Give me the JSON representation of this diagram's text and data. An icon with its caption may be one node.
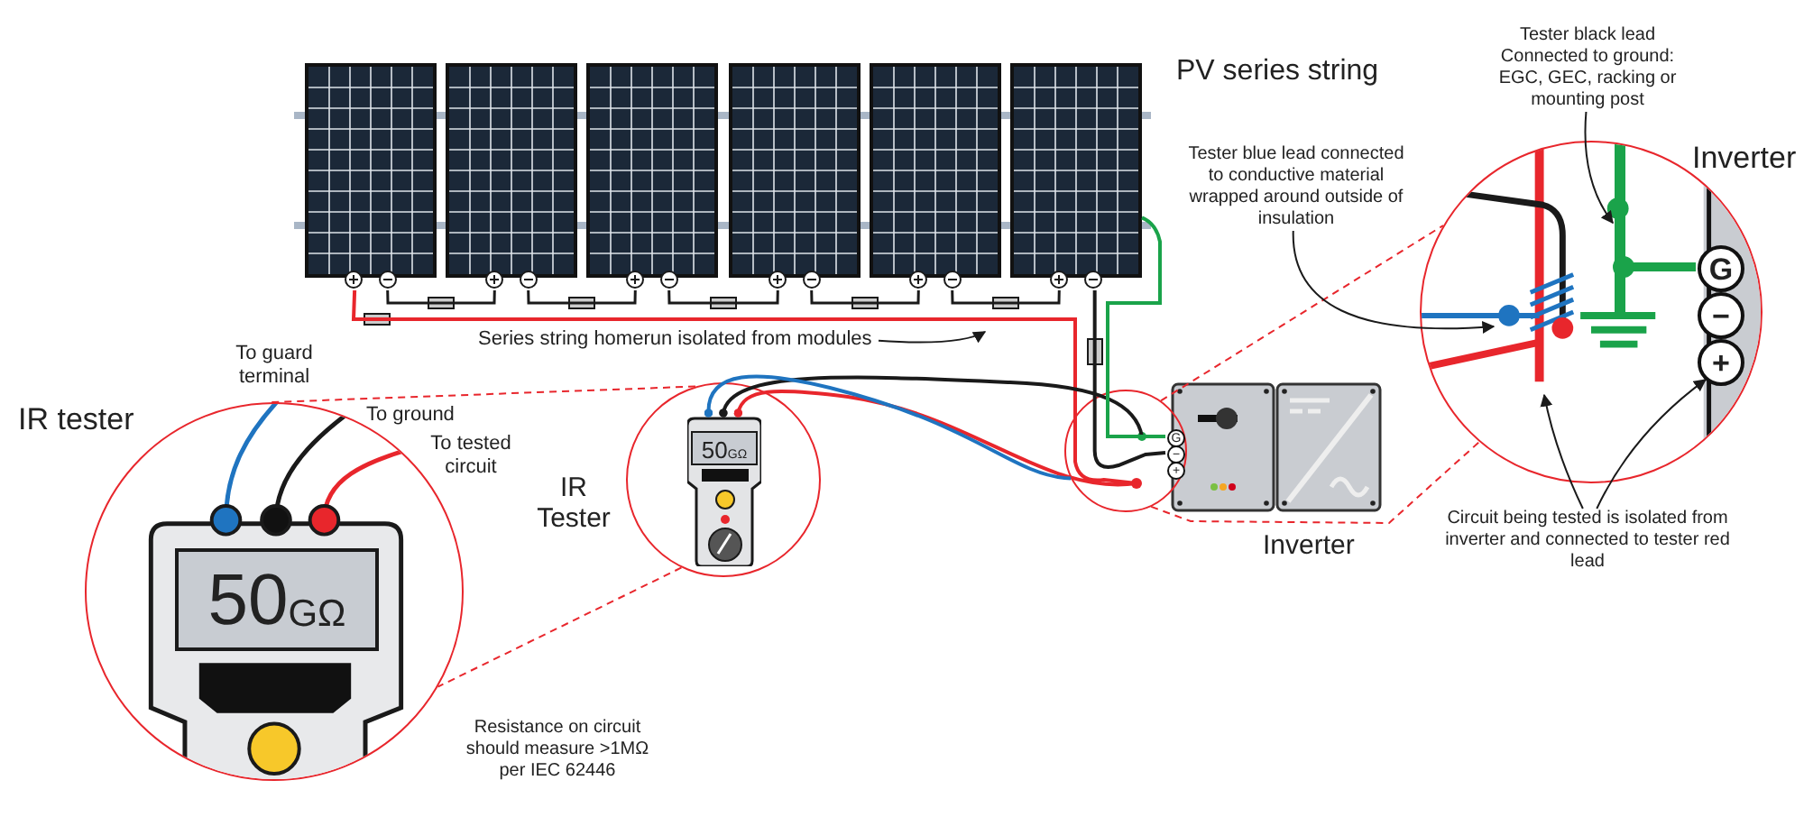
{
  "diagram": {
    "nodes": [
      {
        "text": [
          "IR tester"
        ]
      },
      {
        "text": [
          "50",
          "GΩ"
        ],
        "in": 0
      },
      {
        "text": [],
        "shape": "circle"
      },
      {
        "text": [
          "50",
          "GΩ"
        ],
        "in": 23
      },
      {
        "text": [],
        "shape": "circle"
      },
      {
        "text": [
          "G"
        ],
        "in": 4
      },
      {
        "text": [
          "−"
        ],
        "in": 4
      },
      {
        "text": [
          "+"
        ],
        "in": 4
      },
      {
        "text": [
          "Inverter"
        ]
      },
      {
        "text": [
          "G"
        ],
        "in": 8
      },
      {
        "text": [
          "−"
        ],
        "in": 8
      },
      {
        "text": [
          "+"
        ],
        "in": 8
      },
      {
        "text": [
          "Series string homerun isolated from modules"
        ]
      },
      {
        "text": [
          "Tester blue lead connected to conductive material wrapped around outside of insulation"
        ]
      },
      {
        "text": [
          "Tester black lead Connected to ground: EGC, GEC, racking or mounting post"
        ]
      },
      {
        "text": [
          "Circuit being tested is isolated from inverter and connected to tester red lead"
        ]
      },
      {
        "text": [],
        "shape": "bar",
        "in": 8
      },
      {
        "text": [],
        "shape": "box"
      },
      {
        "text": [],
        "shape": "box"
      },
      {
        "text": [],
        "shape": "box"
      },
      {
        "text": [],
        "shape": "box"
      },
      {
        "text": [],
        "shape": "box"
      },
      {
        "text": [],
        "shape": "box"
      },
      {
        "text": [],
        "shape": "picture",
        "in": 2
      }
    ],
    "edges": [
      {
        "from": 2,
        "to": 0,
        "arrow": "none",
        "style": "dashed",
        "color": "#e8262c"
      },
      {
        "from": 2,
        "to": 0,
        "arrow": "none",
        "style": "dashed",
        "color": "#e8262c"
      },
      {
        "from": 4,
        "to": 8,
        "arrow": "none",
        "style": "dashed",
        "color": "#e8262c"
      },
      {
        "from": 4,
        "to": 8,
        "arrow": "none",
        "style": "dashed",
        "color": "#e8262c"
      },
      {
        "from": 12,
        "to": null,
        "arrow": "to"
      },
      {
        "from": 13,
        "to": null,
        "arrow": "to"
      },
      {
        "from": 14,
        "to": 16,
        "arrow": "to"
      },
      {
        "from": 15,
        "to": null,
        "arrow": "to"
      },
      {
        "from": 15,
        "to": 11,
        "arrow": "to"
      },
      {
        "from": 16,
        "to": 9,
        "arrow": "other",
        "style": "thick",
        "color": "#1aa34a"
      },
      {
        "from": 17,
        "to": 18,
        "arrow": "none"
      },
      {
        "from": 18,
        "to": 19,
        "arrow": "none"
      },
      {
        "from": 19,
        "to": 20,
        "arrow": "none"
      },
      {
        "from": 20,
        "to": 21,
        "arrow": "none"
      },
      {
        "from": 21,
        "to": 22,
        "arrow": "none"
      },
      {
        "from": 23,
        "to": 17,
        "arrow": "other",
        "color": "#e8262c"
      },
      {
        "from": 23,
        "to": 5,
        "arrow": "other"
      },
      {
        "from": 22,
        "to": 6,
        "arrow": "none"
      },
      {
        "from": 22,
        "to": 5,
        "arrow": "none",
        "color": "#1aa34a"
      },
      {
        "from": 23,
        "to": 4,
        "arrow": "other",
        "color": "#1f74c0"
      }
    ],
    "labels": [
      "PV series string",
      "To guard terminal",
      "To ground",
      "To tested circuit",
      "IR Tester",
      "Inverter",
      "Resistance on circuit should measure >1MΩ per IEC 62446"
    ]
  }
}
